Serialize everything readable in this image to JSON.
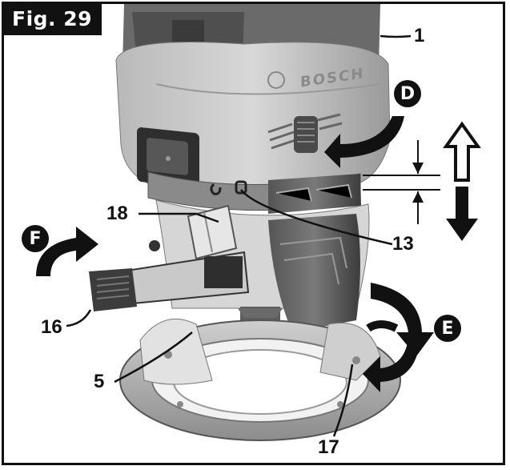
{
  "figure": {
    "label": "Fig. 29"
  },
  "callouts": {
    "c1": "1",
    "c13": "13",
    "c18": "18",
    "c16": "16",
    "c5": "5",
    "c17": "17"
  },
  "badges": {
    "d": "D",
    "e": "E",
    "f": "F"
  },
  "brand_text": "BOSCH"
}
